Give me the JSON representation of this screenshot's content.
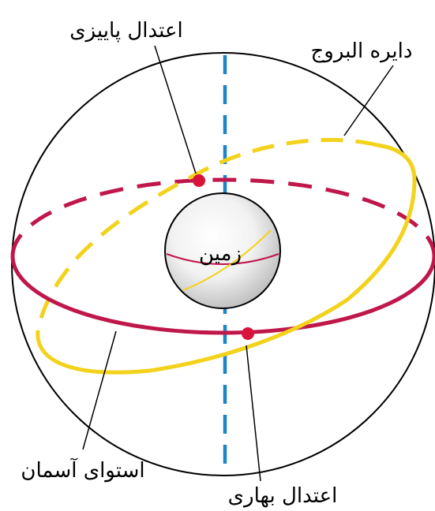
{
  "labels": {
    "autumnal_equinox": "اعتدال پاییزی",
    "ecliptic": "دایره البروج",
    "earth": "زمین",
    "celestial_equator": "استوای آسمان",
    "vernal_equinox": "اعتدال بهاری"
  },
  "colors": {
    "celestial_sphere": "#000000",
    "celestial_equator": "#c0174a",
    "ecliptic": "#f2d21b",
    "rotation_axis": "#1f83c7",
    "equinox_point": "#d8143a",
    "earth_shade": "#bdbdbd"
  }
}
